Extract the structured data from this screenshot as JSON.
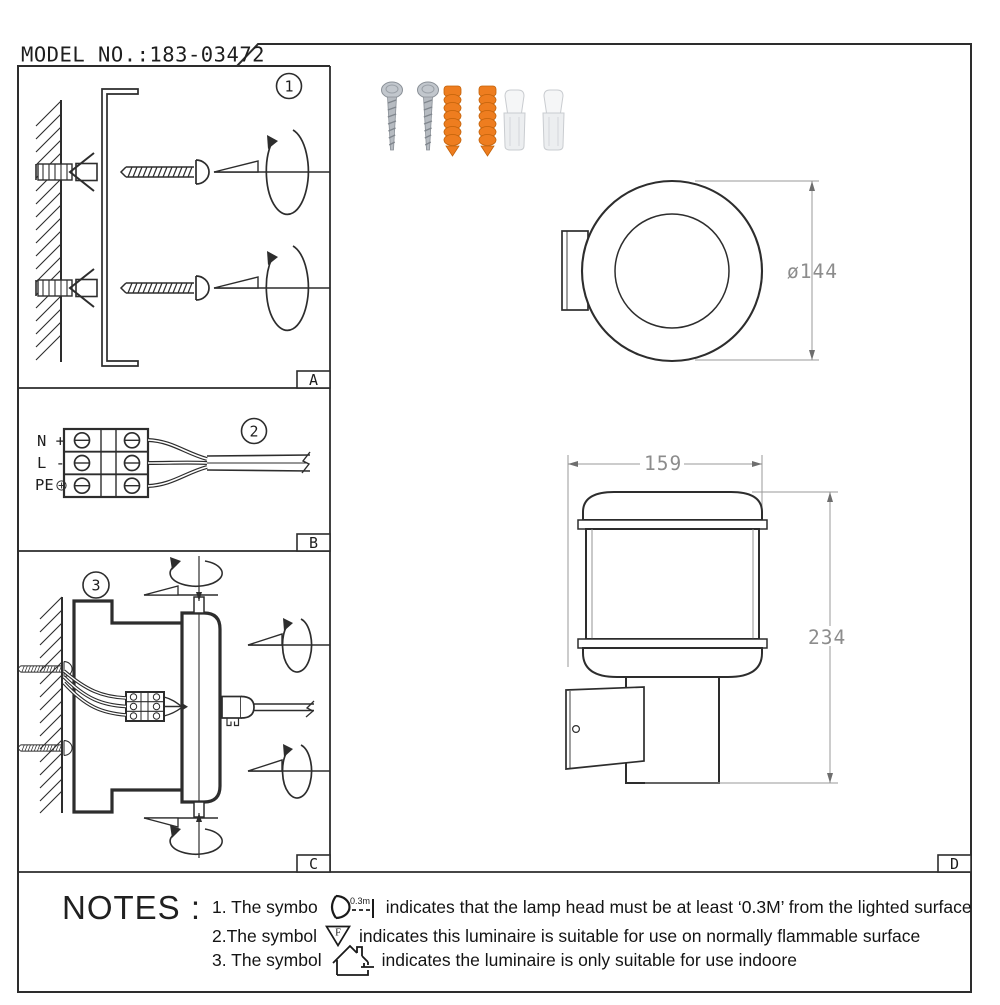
{
  "page": {
    "title": "MODEL NO.:183-03472"
  },
  "tabs": {
    "a": "A",
    "b": "B",
    "c": "C",
    "d": "D"
  },
  "steps": {
    "s1": "1",
    "s2": "2",
    "s3": "3"
  },
  "wiring": {
    "labels": [
      "N +",
      "L -",
      "PE"
    ]
  },
  "dimensions": {
    "diameter": "ø144",
    "width": "159",
    "height": "234"
  },
  "hardware": {
    "items": [
      "mounting-screw",
      "mounting-screw",
      "wall-plug",
      "wall-plug",
      "wire-connector",
      "wire-connector"
    ]
  },
  "notes": {
    "heading": "NOTES :",
    "n1_prefix": "1. The symbo",
    "n1_symbol_text": "0.3m",
    "n1_text": "indicates that the lamp head must be at least ‘0.3M’ from the lighted surface",
    "n2_prefix": "2.The symbol",
    "n2_symbol_text": "F",
    "n2_text": "indicates this luminaire is suitable for use on normally flammable surface",
    "n3_prefix": "3. The symbol",
    "n3_text": "indicates the luminaire is only suitable for use indoore"
  },
  "colors": {
    "line": "#2d2d2d",
    "dim_line": "#9a9a9a",
    "dim_text": "#8c8c8c",
    "plug_orange": "#ee7d1f",
    "screw_grey": "#b7bcc2",
    "connector_white": "#f2f3f4"
  }
}
